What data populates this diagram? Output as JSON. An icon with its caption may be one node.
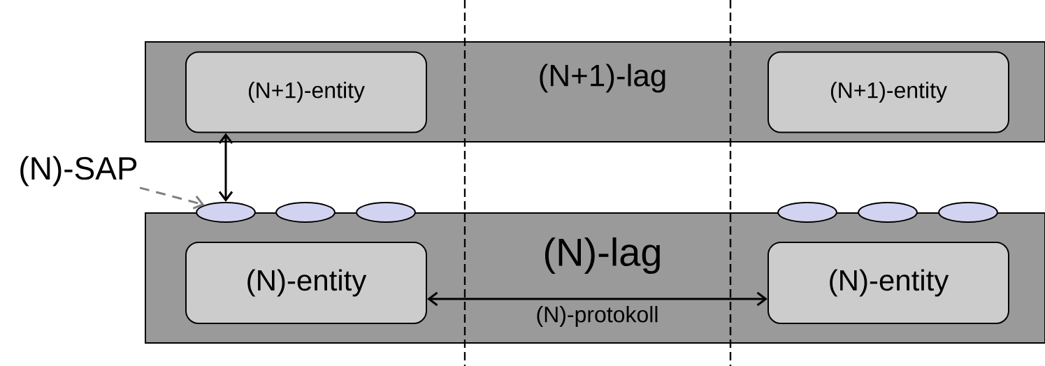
{
  "diagram": {
    "nodes": [
      {
        "text": [
          "(N+1)-lag"
        ]
      },
      {
        "text": [
          "(N+1)-entity"
        ],
        "in": 0
      },
      {
        "text": [
          "(N+1)-entity"
        ],
        "in": 0
      },
      {
        "text": [
          "(N)-lag"
        ]
      },
      {
        "text": [
          "(N)-entity"
        ],
        "in": 3
      },
      {
        "text": [
          "(N)-entity"
        ],
        "in": 3
      },
      {
        "text": [],
        "shape": "ellipse"
      },
      {
        "text": [],
        "shape": "ellipse"
      },
      {
        "text": [],
        "shape": "ellipse"
      },
      {
        "text": [],
        "shape": "ellipse"
      },
      {
        "text": [],
        "shape": "ellipse"
      },
      {
        "text": [],
        "shape": "ellipse"
      },
      {
        "text": [
          "(N)-SAP"
        ]
      }
    ],
    "edges": [
      {
        "from": 1,
        "to": 6,
        "arrow": "both"
      },
      {
        "from": 4,
        "to": 5,
        "arrow": "both",
        "label": "(N)-protokoll"
      },
      {
        "from": 12,
        "to": 6,
        "arrow": "to",
        "style": "dashed",
        "color": "#808080"
      }
    ]
  }
}
